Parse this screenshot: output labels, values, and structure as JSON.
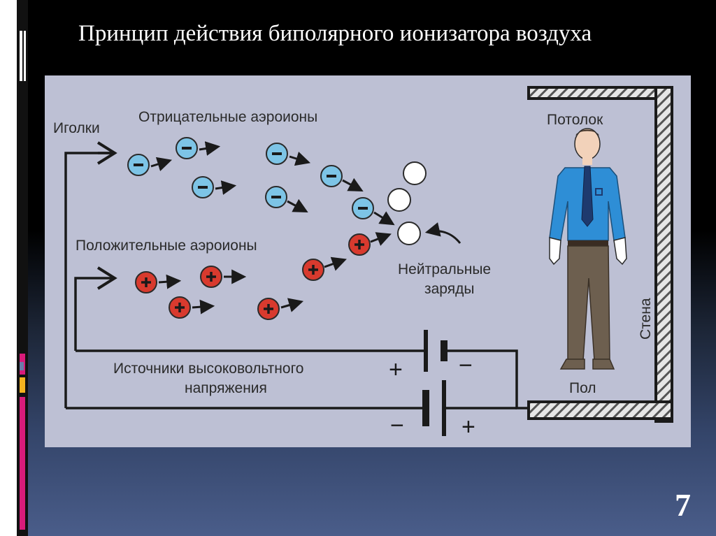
{
  "slide": {
    "title": "Принцип действия биполярного ионизатора воздуха",
    "page_number": "7"
  },
  "diagram": {
    "labels": {
      "needles": "Иголки",
      "negative_ions": "Отрицательные аэроионы",
      "positive_ions": "Положительные аэроионы",
      "neutral_line1": "Нейтральные",
      "neutral_line2": "заряды",
      "ceiling": "Потолок",
      "wall": "Стена",
      "floor": "Пол",
      "sources_line1": "Источники высоковольтного",
      "sources_line2": "напряжения"
    },
    "signs": {
      "plus": "+",
      "minus": "−"
    },
    "colors": {
      "panel": "#bdc0d4",
      "negative_ion": "#7dc4e6",
      "positive_ion": "#d83a2e",
      "neutral": "#ffffff",
      "shirt": "#2e8ed6",
      "trousers": "#6d5f4f"
    }
  }
}
